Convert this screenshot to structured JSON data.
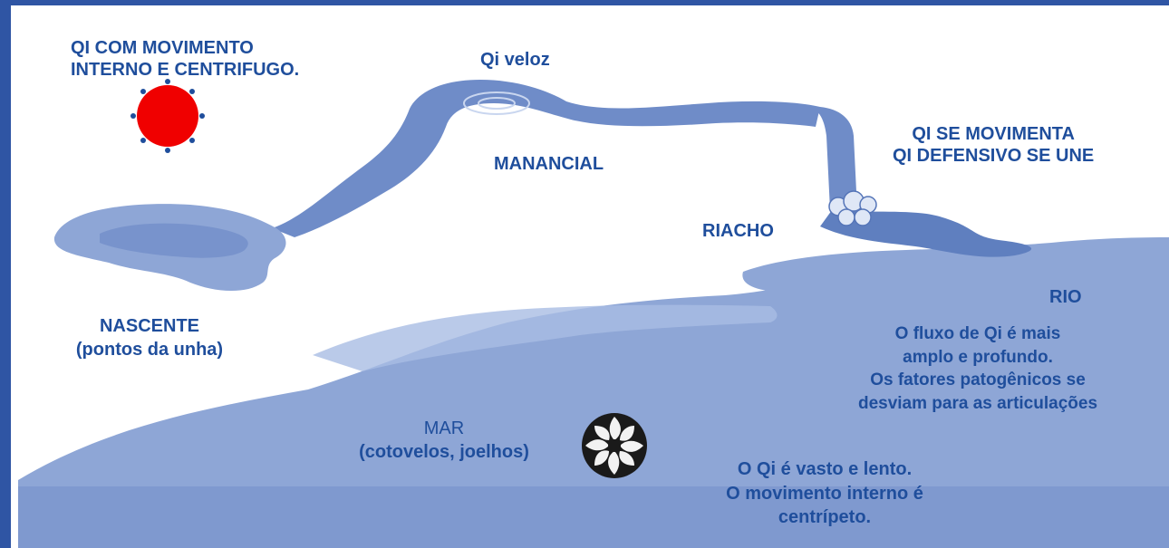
{
  "colors": {
    "water": "#8ea6d6",
    "water_dark": "#5575b8",
    "text": "#1f4e9c",
    "sun": "#f00000",
    "frame": "#2f55a4"
  },
  "icons": {
    "sun": "red-sun-icon",
    "foam": "foam-icon",
    "whirlpool": "whirlpool-icon"
  },
  "labels": {
    "sun": [
      "QI COM MOVIMENTO",
      "INTERNO E CENTRIFUGO."
    ],
    "veloz": "Qi veloz",
    "manancial": "MANANCIAL",
    "qi_se": [
      "QI  SE MOVIMENTA",
      "QI DEFENSIVO SE UNE"
    ],
    "riacho": "RIACHO",
    "rio": "RIO",
    "rio_desc": [
      "O fluxo de Qi é mais",
      "amplo e profundo.",
      "Os fatores patogênicos  se",
      "desviam para as articulações"
    ],
    "nascente": [
      "NASCENTE",
      "(pontos da unha)"
    ],
    "mar": [
      "MAR",
      "(cotovelos, joelhos)"
    ],
    "mar_desc": [
      "O Qi é vasto e lento.",
      "O movimento interno é",
      "centrípeto."
    ]
  }
}
